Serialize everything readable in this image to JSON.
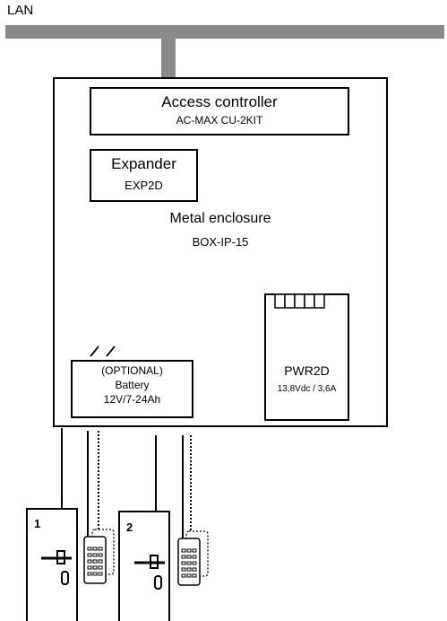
{
  "network": {
    "label": "LAN"
  },
  "controller": {
    "title": "Access controller",
    "model": "AC-MAX CU-2KIT"
  },
  "expander": {
    "title": "Expander",
    "model": "EXP2D"
  },
  "enclosure": {
    "title": "Metal enclosure",
    "model": "BOX-IP-15"
  },
  "battery": {
    "line1": "(OPTIONAL)",
    "line2": "Battery",
    "line3": "12V/7-24Ah"
  },
  "psu": {
    "title": "PWR2D",
    "rating": "13,8Vdc / 3,6A"
  },
  "doors": [
    {
      "number": "1"
    },
    {
      "number": "2"
    }
  ],
  "colors": {
    "lan_bar": "#8a8a8a",
    "line": "#000000",
    "background": "#ffffff"
  }
}
